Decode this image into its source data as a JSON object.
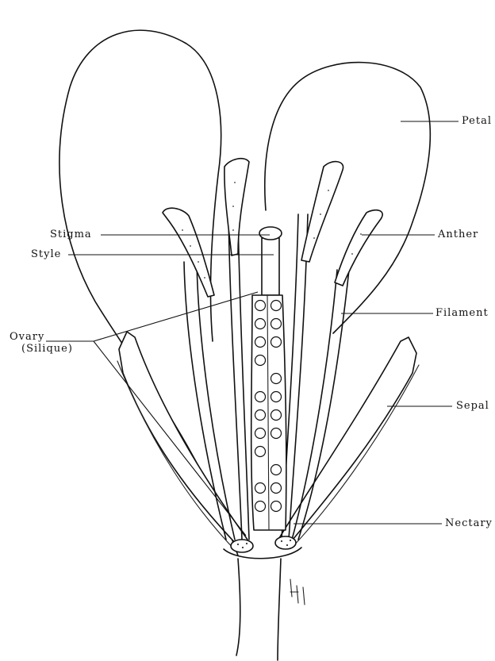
{
  "labels": {
    "petal": "Petal",
    "stigma": "Stigma",
    "anther": "Anther",
    "style": "Style",
    "filament": "Filament",
    "ovary_line1": "Ovary",
    "ovary_line2": "(Silique)",
    "sepal": "Sepal",
    "nectary": "Nectary"
  }
}
